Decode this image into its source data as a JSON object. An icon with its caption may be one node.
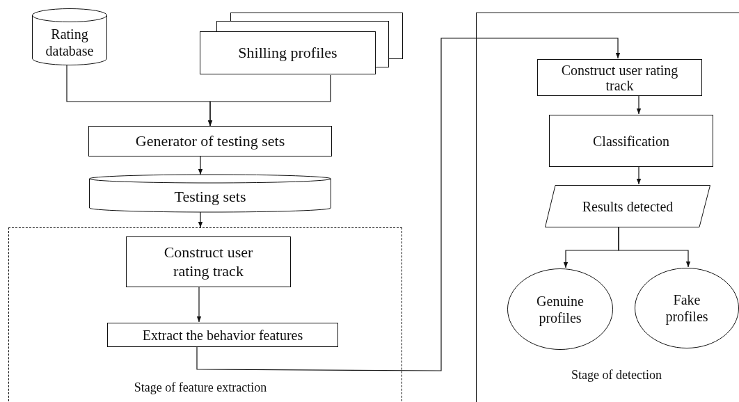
{
  "diagram": {
    "nodes": [
      {
        "text": [
          "Rating database"
        ]
      },
      {
        "text": [
          "Shilling profiles"
        ]
      },
      {
        "text": [
          "Generator of testing sets"
        ]
      },
      {
        "text": [
          "Testing sets"
        ]
      },
      {
        "text": [
          "Stage of feature extraction"
        ]
      },
      {
        "text": [
          "Construct user rating track"
        ],
        "in": 4
      },
      {
        "text": [
          "Extract the behavior features"
        ],
        "in": 4
      },
      {
        "text": [
          "Stage of detection"
        ]
      },
      {
        "text": [
          "Construct user rating track"
        ],
        "in": 7
      },
      {
        "text": [
          "Classification"
        ],
        "in": 7
      },
      {
        "text": [
          "Results detected"
        ],
        "in": 7
      },
      {
        "text": [
          "Genuine profiles"
        ],
        "in": 7
      },
      {
        "text": [
          "Fake profiles"
        ],
        "in": 7
      }
    ],
    "edges": [
      {
        "from": 0,
        "to": 2,
        "arrow": "to"
      },
      {
        "from": 1,
        "to": 2,
        "arrow": "to"
      },
      {
        "from": 2,
        "to": 3,
        "arrow": "to"
      },
      {
        "from": 3,
        "to": 4,
        "arrow": "to"
      },
      {
        "from": 5,
        "to": 6,
        "arrow": "to"
      },
      {
        "from": 6,
        "to": 8,
        "arrow": "to"
      },
      {
        "from": 8,
        "to": 9,
        "arrow": "to"
      },
      {
        "from": 9,
        "to": 10,
        "arrow": "to"
      },
      {
        "from": 10,
        "to": 11,
        "arrow": "to"
      },
      {
        "from": 10,
        "to": 12,
        "arrow": "to"
      }
    ]
  }
}
